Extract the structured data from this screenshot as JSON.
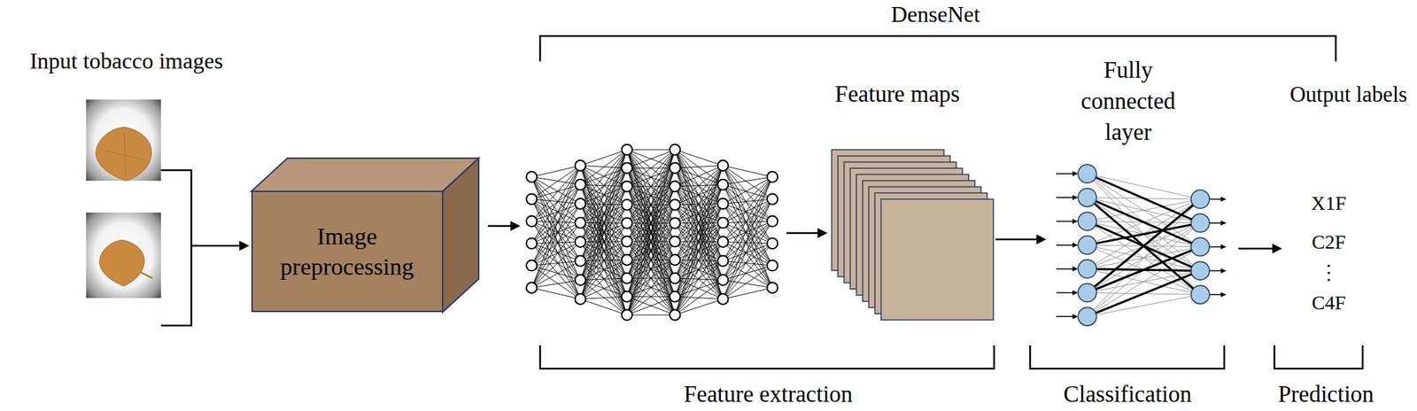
{
  "diagram": {
    "nodes": [
      {
        "text": [
          "Image preprocessing"
        ]
      },
      {
        "text": [
          "Feature maps"
        ]
      },
      {
        "text": [
          "Fully connected layer"
        ]
      }
    ],
    "edges": [
      {
        "from": 1,
        "to": 2,
        "arrow": "to"
      }
    ],
    "labels": [
      "Input tobacco images",
      "DenseNet",
      "Output labels",
      "X1F",
      "C2F",
      "⋮",
      "C4F",
      "Feature extraction",
      "Classification",
      "Prediction"
    ]
  }
}
